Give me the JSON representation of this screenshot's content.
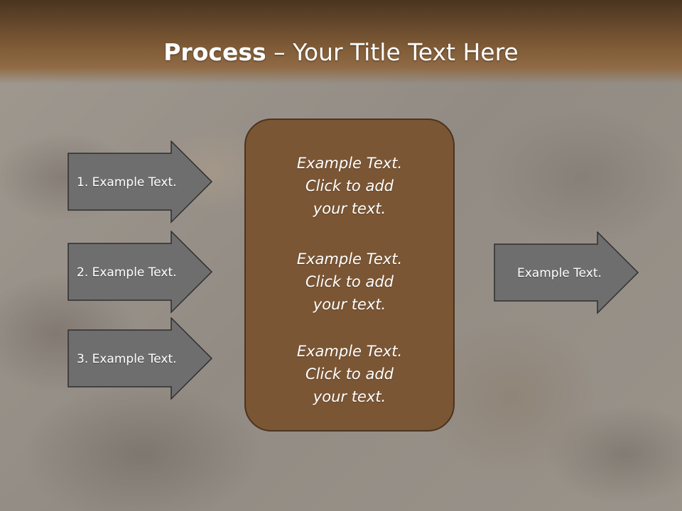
{
  "slide": {
    "title_bold": "Process",
    "title_rest": " – Your Title Text Here"
  },
  "left_arrows": [
    {
      "label": "1. Example Text."
    },
    {
      "label": "2. Example Text."
    },
    {
      "label": "3. Example Text."
    }
  ],
  "center_box": {
    "paragraphs": [
      "Example Text.\nClick  to add\nyour text.",
      "Example Text.\nClick  to add\nyour text.",
      "Example Text.\nClick  to add\nyour text."
    ]
  },
  "right_arrow": {
    "label": "Example Text."
  },
  "colors": {
    "header_brown": "#7e5a36",
    "box_fill": "#7b5634",
    "arrow_fill": "#6e6e6e",
    "arrow_stroke": "#2e2e2e"
  }
}
